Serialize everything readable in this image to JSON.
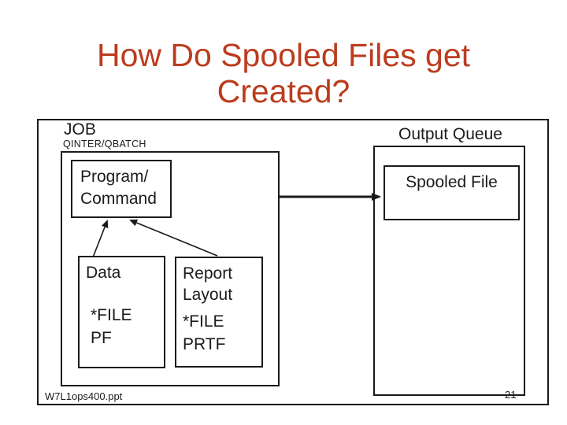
{
  "title": {
    "line1": "How Do Spooled Files get",
    "line2": "Created?"
  },
  "job": {
    "label": "JOB",
    "subsystems": "QINTER/QBATCH"
  },
  "program_command": {
    "line1": "Program/",
    "line2": "Command"
  },
  "data_box": {
    "label": "Data",
    "file_type": "*FILE",
    "file_attr": "PF"
  },
  "report_layout_box": {
    "line1": "Report",
    "line2": "Layout",
    "file_type": "*FILE",
    "file_attr": "PRTF"
  },
  "output_queue": {
    "label": "Output Queue"
  },
  "spooled_file": {
    "label": "Spooled File"
  },
  "footer": {
    "filename": "W7L1ops400.ppt",
    "page_number": "21"
  },
  "colors": {
    "title_text": "#bc3c1e",
    "diagram_text": "#1b1b1b",
    "border": "#1a1a1a",
    "background": "#ffffff"
  }
}
